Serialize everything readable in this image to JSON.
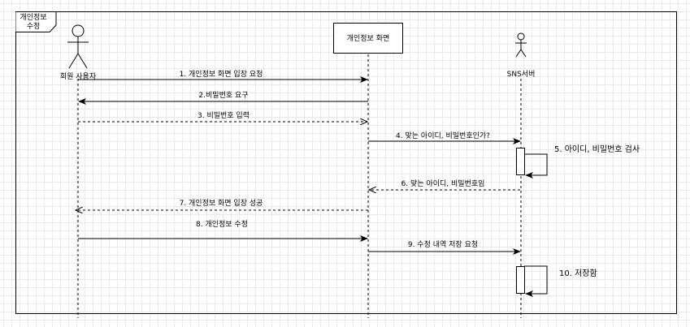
{
  "frame": {
    "title_line1": "개인정보",
    "title_line2": "수정"
  },
  "actors": {
    "user": {
      "label": "회원 사용자",
      "icon": "stick-figure-icon"
    },
    "screen": {
      "label": "개인정보 화면"
    },
    "sns": {
      "label": "SNS서버",
      "icon": "stick-figure-icon"
    }
  },
  "messages": [
    {
      "label": "1. 개인정보 화면 입장 요청",
      "style": "solid"
    },
    {
      "label": "2.비밀번호 요구",
      "style": "solid"
    },
    {
      "label": "3. 비밀번호 입력",
      "style": "dashed"
    },
    {
      "label": "4. 맞는 아이디, 비밀번호인가?",
      "style": "solid"
    },
    {
      "label": "5. 아이디, 비밀번호 검사",
      "style": "self"
    },
    {
      "label": "6. 맞는 아이디, 비밀번호임",
      "style": "dashed"
    },
    {
      "label": "7. 개인정보 화면 입장 성공",
      "style": "dashed"
    },
    {
      "label": "8. 개인정보 수정",
      "style": "solid"
    },
    {
      "label": "9. 수정 내역 저장 요청",
      "style": "solid"
    },
    {
      "label": "10. 저장함",
      "style": "self"
    }
  ]
}
